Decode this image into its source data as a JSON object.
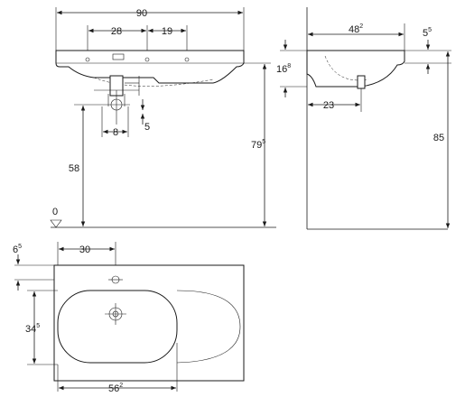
{
  "front_view": {
    "total_width": "90",
    "tap_hole_offset": "28",
    "overflow_offset": "19",
    "waste_offset": "8",
    "waste_spacing": "5",
    "waste_height": "58",
    "rim_height": "79",
    "rim_height_sup": "5",
    "floor_label": "0"
  },
  "side_view": {
    "depth": "48",
    "depth_sup": "2",
    "rim_thickness": "5",
    "rim_thickness_sup": "5",
    "bowl_depth": "16",
    "bowl_depth_sup": "8",
    "waste_offset": "23",
    "wall_height": "85"
  },
  "top_view": {
    "tap_offset_x": "30",
    "tap_offset_y": "6",
    "tap_offset_y_sup": "5",
    "bowl_depth": "34",
    "bowl_depth_sup": "5",
    "bowl_width": "56",
    "bowl_width_sup": "2"
  }
}
